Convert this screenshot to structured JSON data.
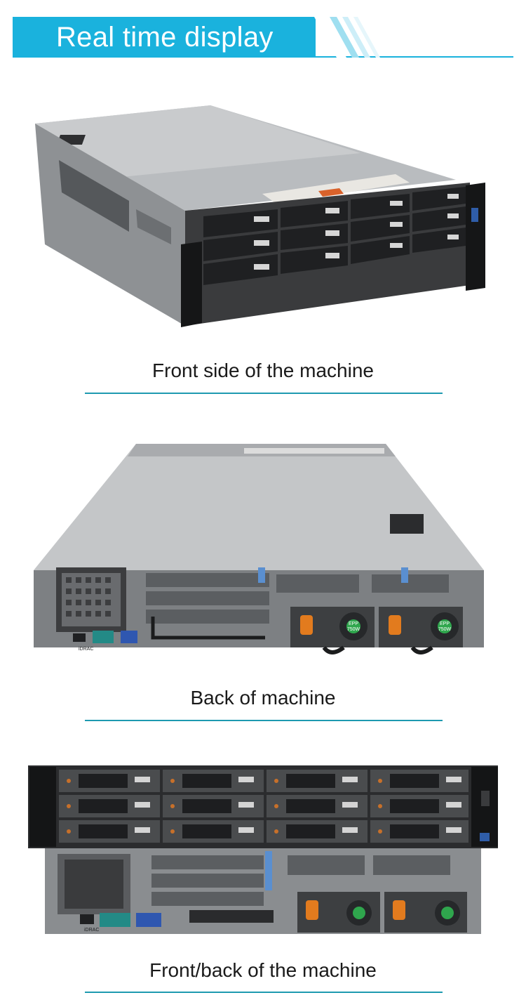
{
  "header": {
    "title": "Real time display"
  },
  "sections": [
    {
      "caption": "Front side of the machine"
    },
    {
      "caption": "Back of machine"
    },
    {
      "caption": "Front/back of the machine"
    }
  ],
  "photo_labels": {
    "idrac": "iDRAC",
    "psu_badge_top": "EPP",
    "psu_badge_bottom": "750W"
  },
  "colors": {
    "accent": "#1ab2dd",
    "rule": "#1e9ab0"
  }
}
